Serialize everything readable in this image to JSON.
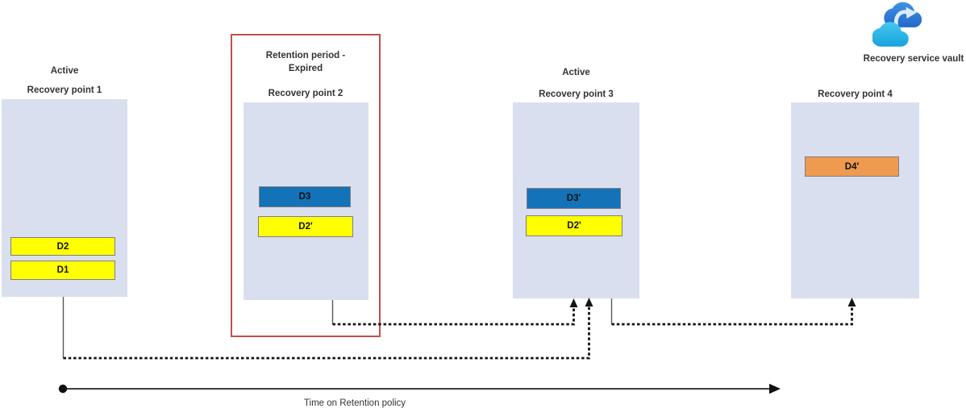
{
  "columns": [
    {
      "status_line1": "Active",
      "status_line2": "",
      "title": "Recovery point 1",
      "blocks": [
        {
          "label": "D2",
          "color": "yellow"
        },
        {
          "label": "D1",
          "color": "yellow"
        }
      ]
    },
    {
      "status_line1": "Retention period -",
      "status_line2": "Expired",
      "title": "Recovery point 2",
      "highlighted": true,
      "blocks": [
        {
          "label": "D3",
          "color": "blue"
        },
        {
          "label": "D2'",
          "color": "yellow"
        }
      ]
    },
    {
      "status_line1": "Active",
      "status_line2": "",
      "title": "Recovery point 3",
      "blocks": [
        {
          "label": "D3'",
          "color": "blue"
        },
        {
          "label": "D2'",
          "color": "yellow"
        }
      ]
    },
    {
      "status_line1": "",
      "status_line2": "",
      "title": "Recovery point 4",
      "blocks": [
        {
          "label": "D4'",
          "color": "orange"
        }
      ]
    }
  ],
  "vault": {
    "label": "Recovery service vault",
    "icon": "recovery-service-vault-cloud"
  },
  "timeline": {
    "label": "Time on Retention policy"
  },
  "colors": {
    "box-fill": "#dadff0",
    "block-yellow": "#ffff00",
    "block-blue": "#1473b8",
    "block-orange": "#f09a50",
    "block-border": "#7f7f7f",
    "highlight-border": "#c0504d",
    "connector": "#141414",
    "stub": "#595959",
    "timeline-line": "#3f3f3f",
    "text": "#333333",
    "cloud-front-top": "#45c8ef",
    "cloud-front-bottom": "#17a3dc",
    "cloud-back-top": "#3f93e6",
    "cloud-back-bottom": "#2268c8"
  }
}
